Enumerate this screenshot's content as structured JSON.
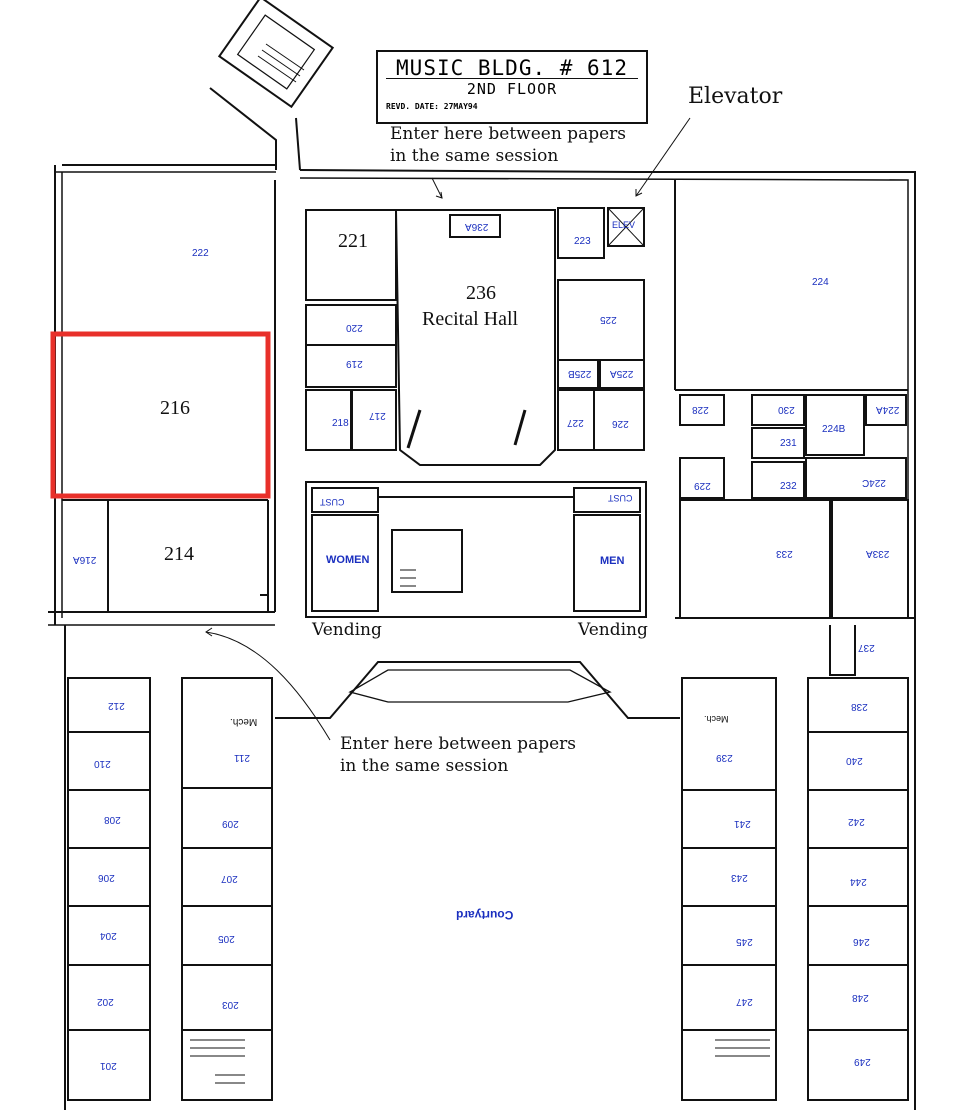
{
  "title": {
    "line1": "MUSIC BLDG. # 612",
    "line2": "2ND FLOOR",
    "line3": "REVD. DATE: 27MAY94"
  },
  "annotations": {
    "elevator": "Elevator",
    "enter_top_1": "Enter here between papers",
    "enter_top_2": "in the same session",
    "enter_bottom_1": "Enter here between papers",
    "enter_bottom_2": "in the same session",
    "vending_left": "Vending",
    "vending_right": "Vending"
  },
  "highlight": {
    "room": "216",
    "color": "#e8302a"
  },
  "rooms_large": {
    "r221": "221",
    "r236_num": "236",
    "r236_name": "Recital Hall",
    "r216": "216",
    "r214": "214"
  },
  "rooms_small": {
    "r222": "222",
    "r224": "224",
    "r236A": "236A",
    "r223": "223",
    "elev": "ELEV",
    "r220": "220",
    "r219": "219",
    "r218": "218",
    "r217": "217",
    "r225": "225",
    "r225B": "225B",
    "r225A": "225A",
    "r227": "227",
    "r226": "226",
    "r228": "228",
    "r230": "230",
    "r224B": "224B",
    "r224A": "224A",
    "r231": "231",
    "r229": "229",
    "r232": "232",
    "r224C": "224C",
    "r233": "233",
    "r233A": "233A",
    "r237": "237",
    "r216A": "216A",
    "cust_l": "CUST",
    "cust_r": "CUST",
    "women": "WOMEN",
    "men": "MEN",
    "r212": "212",
    "mech_l": "Mech.",
    "r211": "211",
    "r210": "210",
    "r208": "208",
    "r209": "209",
    "r206": "206",
    "r207": "207",
    "r204": "204",
    "r205": "205",
    "r202": "202",
    "r203": "203",
    "r201": "201",
    "mech_r": "Mech.",
    "r238": "238",
    "r239": "239",
    "r240": "240",
    "r241": "241",
    "r242": "242",
    "r243": "243",
    "r244": "244",
    "r245": "245",
    "r246": "246",
    "r247": "247",
    "r248": "248",
    "r249": "249",
    "courtyard": "Courtyard"
  }
}
